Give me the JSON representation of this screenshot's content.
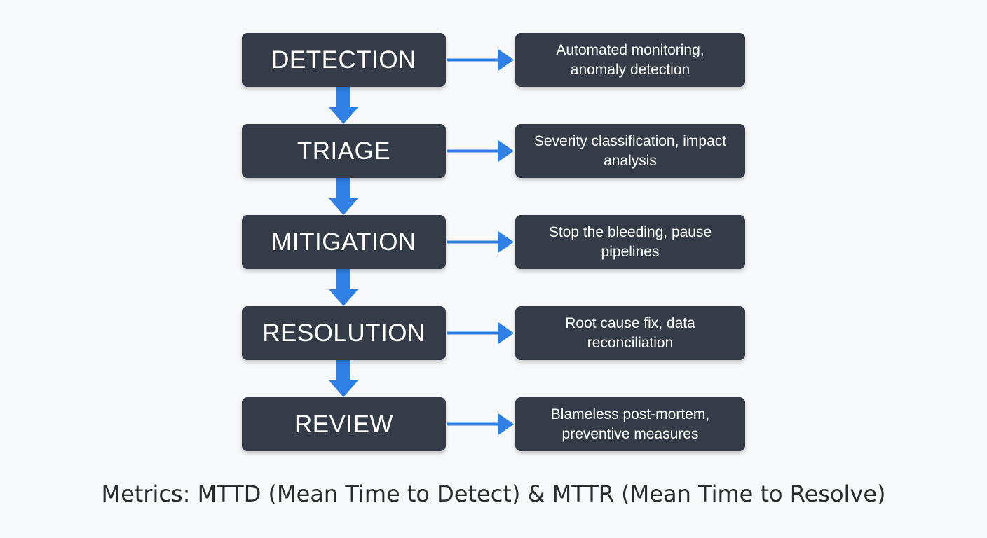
{
  "arrow_color": "#2f7fe4",
  "box_color": "#353c47",
  "stages": [
    {
      "label": "DETECTION",
      "description": "Automated monitoring, anomaly detection"
    },
    {
      "label": "TRIAGE",
      "description": "Severity classification, impact analysis"
    },
    {
      "label": "MITIGATION",
      "description": "Stop the bleeding, pause pipelines"
    },
    {
      "label": "RESOLUTION",
      "description": "Root cause fix, data reconciliation"
    },
    {
      "label": "REVIEW",
      "description": "Blameless post-mortem, preventive measures"
    }
  ],
  "footer": "Metrics: MTTD (Mean Time to Detect) & MTTR (Mean Time to Resolve)"
}
